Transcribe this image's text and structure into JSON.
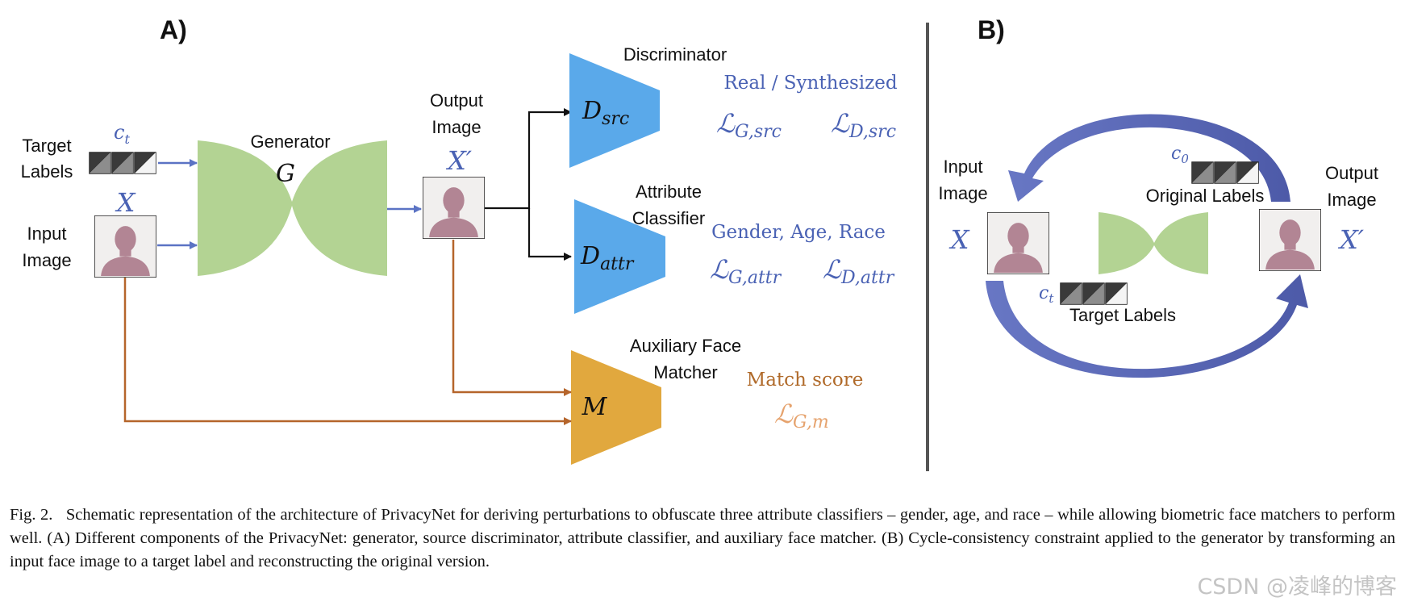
{
  "panel_a": {
    "tag": "A)",
    "target_labels": [
      "Target",
      "Labels"
    ],
    "input_image": [
      "Input",
      "Image"
    ],
    "ct_symbol": "c",
    "ct_sub": "t",
    "x_symbol": "X",
    "generator_label": "Generator",
    "generator_symbol": "G",
    "output_image": [
      "Output",
      "Image"
    ],
    "xprime_symbol": "X′",
    "discriminator_label": "Discriminator",
    "dsrc_symbol": "D",
    "dsrc_sub": "src",
    "attr_classifier": [
      "Attribute",
      "Classifier"
    ],
    "dattr_symbol": "D",
    "dattr_sub": "attr",
    "aux_matcher": [
      "Auxiliary Face",
      "Matcher"
    ],
    "m_symbol": "M",
    "real_synth": "Real / Synthesized",
    "loss_g_src": "G,src",
    "loss_d_src": "D,src",
    "gender_age_race": "Gender, Age, Race",
    "loss_g_attr": "G,attr",
    "loss_d_attr": "D,attr",
    "match_score": "Match score",
    "loss_g_m": "G,m",
    "loss_symbol": "ℒ"
  },
  "panel_b": {
    "tag": "B)",
    "input_image": [
      "Input",
      "Image"
    ],
    "output_image": [
      "Output",
      "Image"
    ],
    "x_symbol": "X",
    "xprime_symbol": "X′",
    "c0_symbol": "c",
    "c0_sub": "0",
    "original_labels": "Original Labels",
    "ct_symbol": "c",
    "ct_sub": "t",
    "target_labels": "Target Labels"
  },
  "caption": {
    "label": "Fig. 2.",
    "text": "Schematic representation of the architecture of PrivacyNet for deriving perturbations to obfuscate three attribute classifiers – gender, age, and race – while allowing biometric face matchers to perform well. (A) Different components of the PrivacyNet: generator, source discriminator, attribute classifier, and auxiliary face matcher. (B) Cycle-consistency constraint applied to the generator by transforming an input face image to a target label and reconstructing the original version."
  },
  "watermark": "CSDN @凌峰的博客",
  "colors": {
    "generator": "#b3d393",
    "discriminator": "#5aa9ea",
    "matcher": "#e1a83e",
    "arrow_blue": "#5b73c4",
    "arrow_brown": "#b5652b",
    "label_blue": "#4a62b4",
    "cycle_arrow": "#5e6cb8",
    "divider": "#555555"
  }
}
